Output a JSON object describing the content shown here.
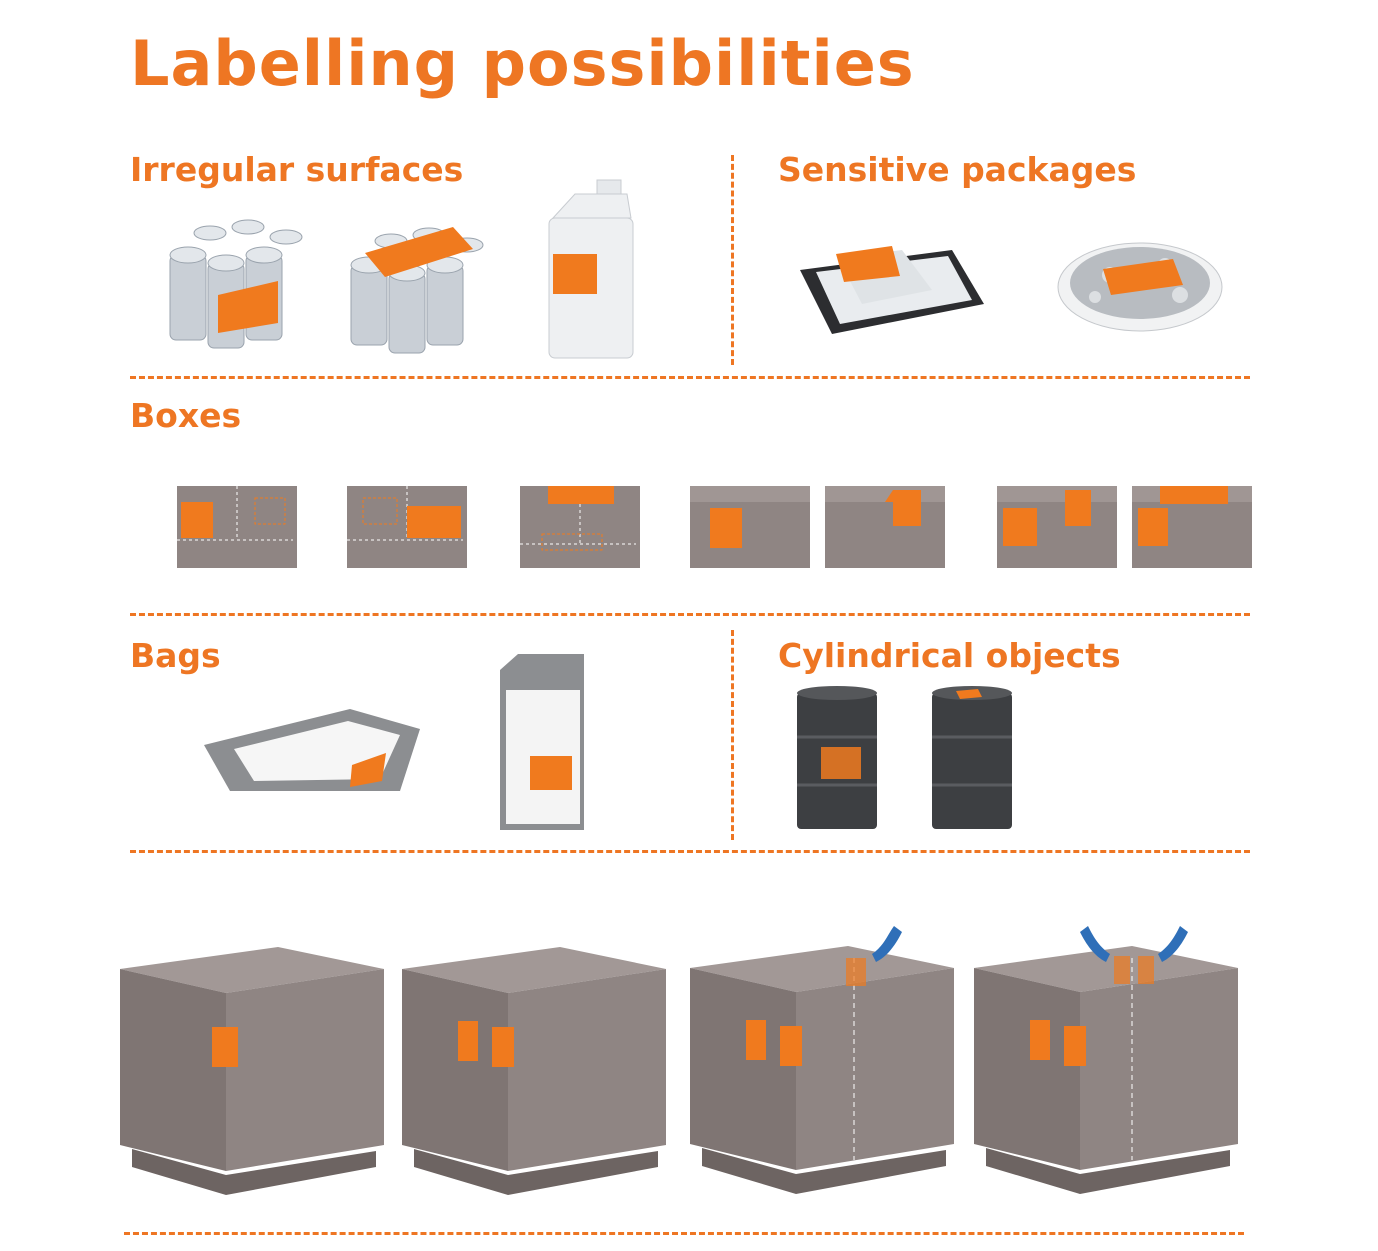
{
  "title": "Labelling possibilities",
  "sections": {
    "irregular": "Irregular surfaces",
    "sensitive": "Sensitive packages",
    "boxes": "Boxes",
    "bags": "Bags",
    "cylindrical": "Cylindrical objects"
  },
  "colors": {
    "accent": "#ee7623",
    "label": "#f07a1e",
    "cardboard": "#8f8583",
    "drum": "#3d3f42",
    "arrow": "#2f6fb8",
    "bag": "#8c8e91"
  },
  "icons": [
    "can-six-pack",
    "plastic-canister",
    "meat-tray",
    "pizza",
    "cardboard-box",
    "flat-bag",
    "stand-up-pouch",
    "oil-drum",
    "pallet",
    "rotate-arrow"
  ]
}
